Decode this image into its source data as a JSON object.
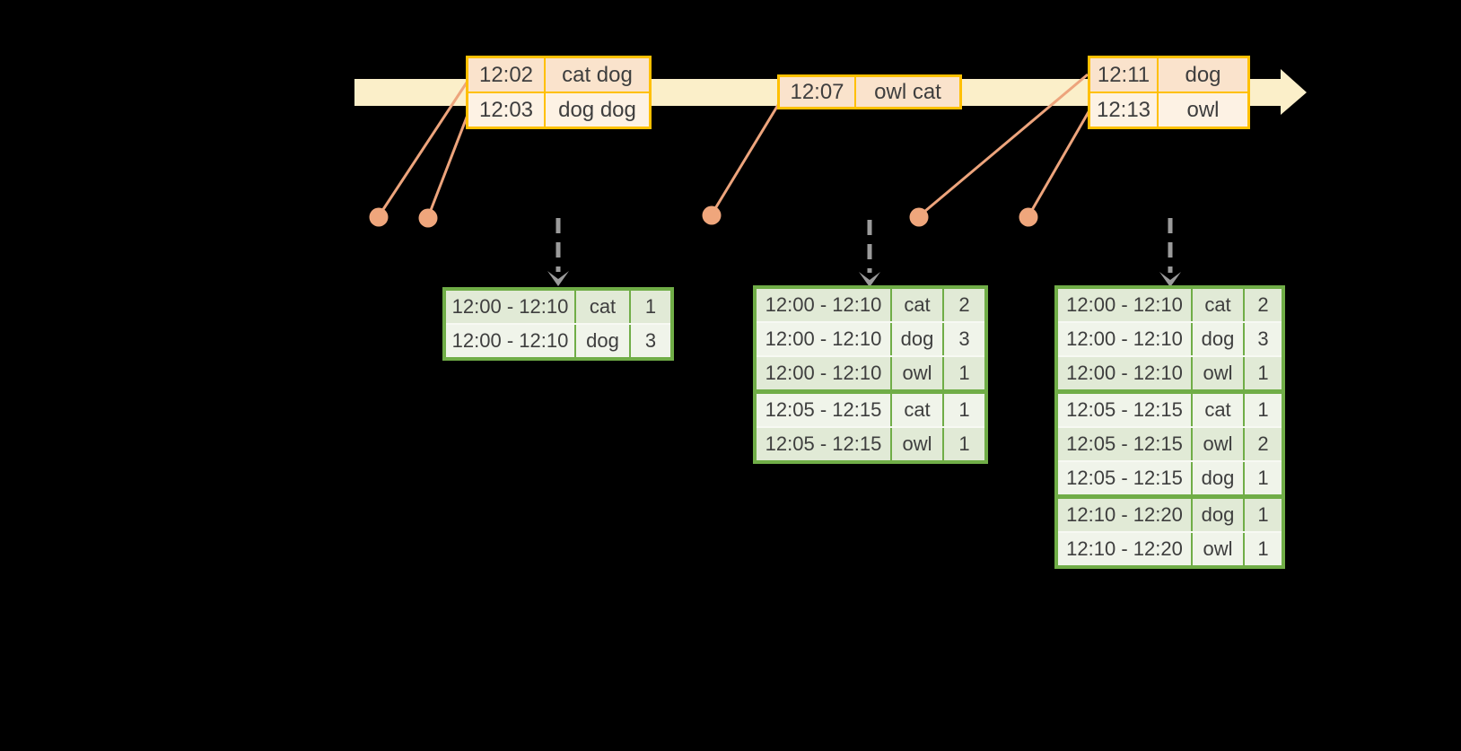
{
  "colors": {
    "background": "#000000",
    "timeline_band": "#FBEFC9",
    "event_border": "#FFC000",
    "event_row_dark": "#FAE3CC",
    "event_row_light": "#FDF2E4",
    "connector": "#EDA47C",
    "dot": "#EFA67C",
    "trigger_arrow": "#9B9B9B",
    "result_border": "#70AD47",
    "result_row_dark": "#E1EAD6",
    "result_row_light": "#F0F4EA",
    "text": "#3E3E3E"
  },
  "icons": {
    "timeline": "right-arrow",
    "event_marker": "dot",
    "trigger": "dashed-down-arrow"
  },
  "event_tables": [
    {
      "rows": [
        {
          "time": "12:02",
          "words": "cat dog"
        },
        {
          "time": "12:03",
          "words": "dog dog"
        }
      ]
    },
    {
      "rows": [
        {
          "time": "12:07",
          "words": "owl cat"
        }
      ]
    },
    {
      "rows": [
        {
          "time": "12:11",
          "words": "dog"
        },
        {
          "time": "12:13",
          "words": "owl"
        }
      ]
    }
  ],
  "result_tables": [
    {
      "rows": [
        {
          "window": "12:00 - 12:10",
          "word": "cat",
          "count": "1"
        },
        {
          "window": "12:00 - 12:10",
          "word": "dog",
          "count": "3"
        }
      ]
    },
    {
      "rows": [
        {
          "window": "12:00 - 12:10",
          "word": "cat",
          "count": "2"
        },
        {
          "window": "12:00 - 12:10",
          "word": "dog",
          "count": "3"
        },
        {
          "window": "12:00 - 12:10",
          "word": "owl",
          "count": "1"
        },
        {
          "window": "12:05 - 12:15",
          "word": "cat",
          "count": "1"
        },
        {
          "window": "12:05 - 12:15",
          "word": "owl",
          "count": "1"
        }
      ]
    },
    {
      "rows": [
        {
          "window": "12:00 - 12:10",
          "word": "cat",
          "count": "2"
        },
        {
          "window": "12:00 - 12:10",
          "word": "dog",
          "count": "3"
        },
        {
          "window": "12:00 - 12:10",
          "word": "owl",
          "count": "1"
        },
        {
          "window": "12:05 - 12:15",
          "word": "cat",
          "count": "1"
        },
        {
          "window": "12:05 - 12:15",
          "word": "owl",
          "count": "2"
        },
        {
          "window": "12:05 - 12:15",
          "word": "dog",
          "count": "1"
        },
        {
          "window": "12:10 - 12:20",
          "word": "dog",
          "count": "1"
        },
        {
          "window": "12:10 - 12:20",
          "word": "owl",
          "count": "1"
        }
      ]
    }
  ]
}
